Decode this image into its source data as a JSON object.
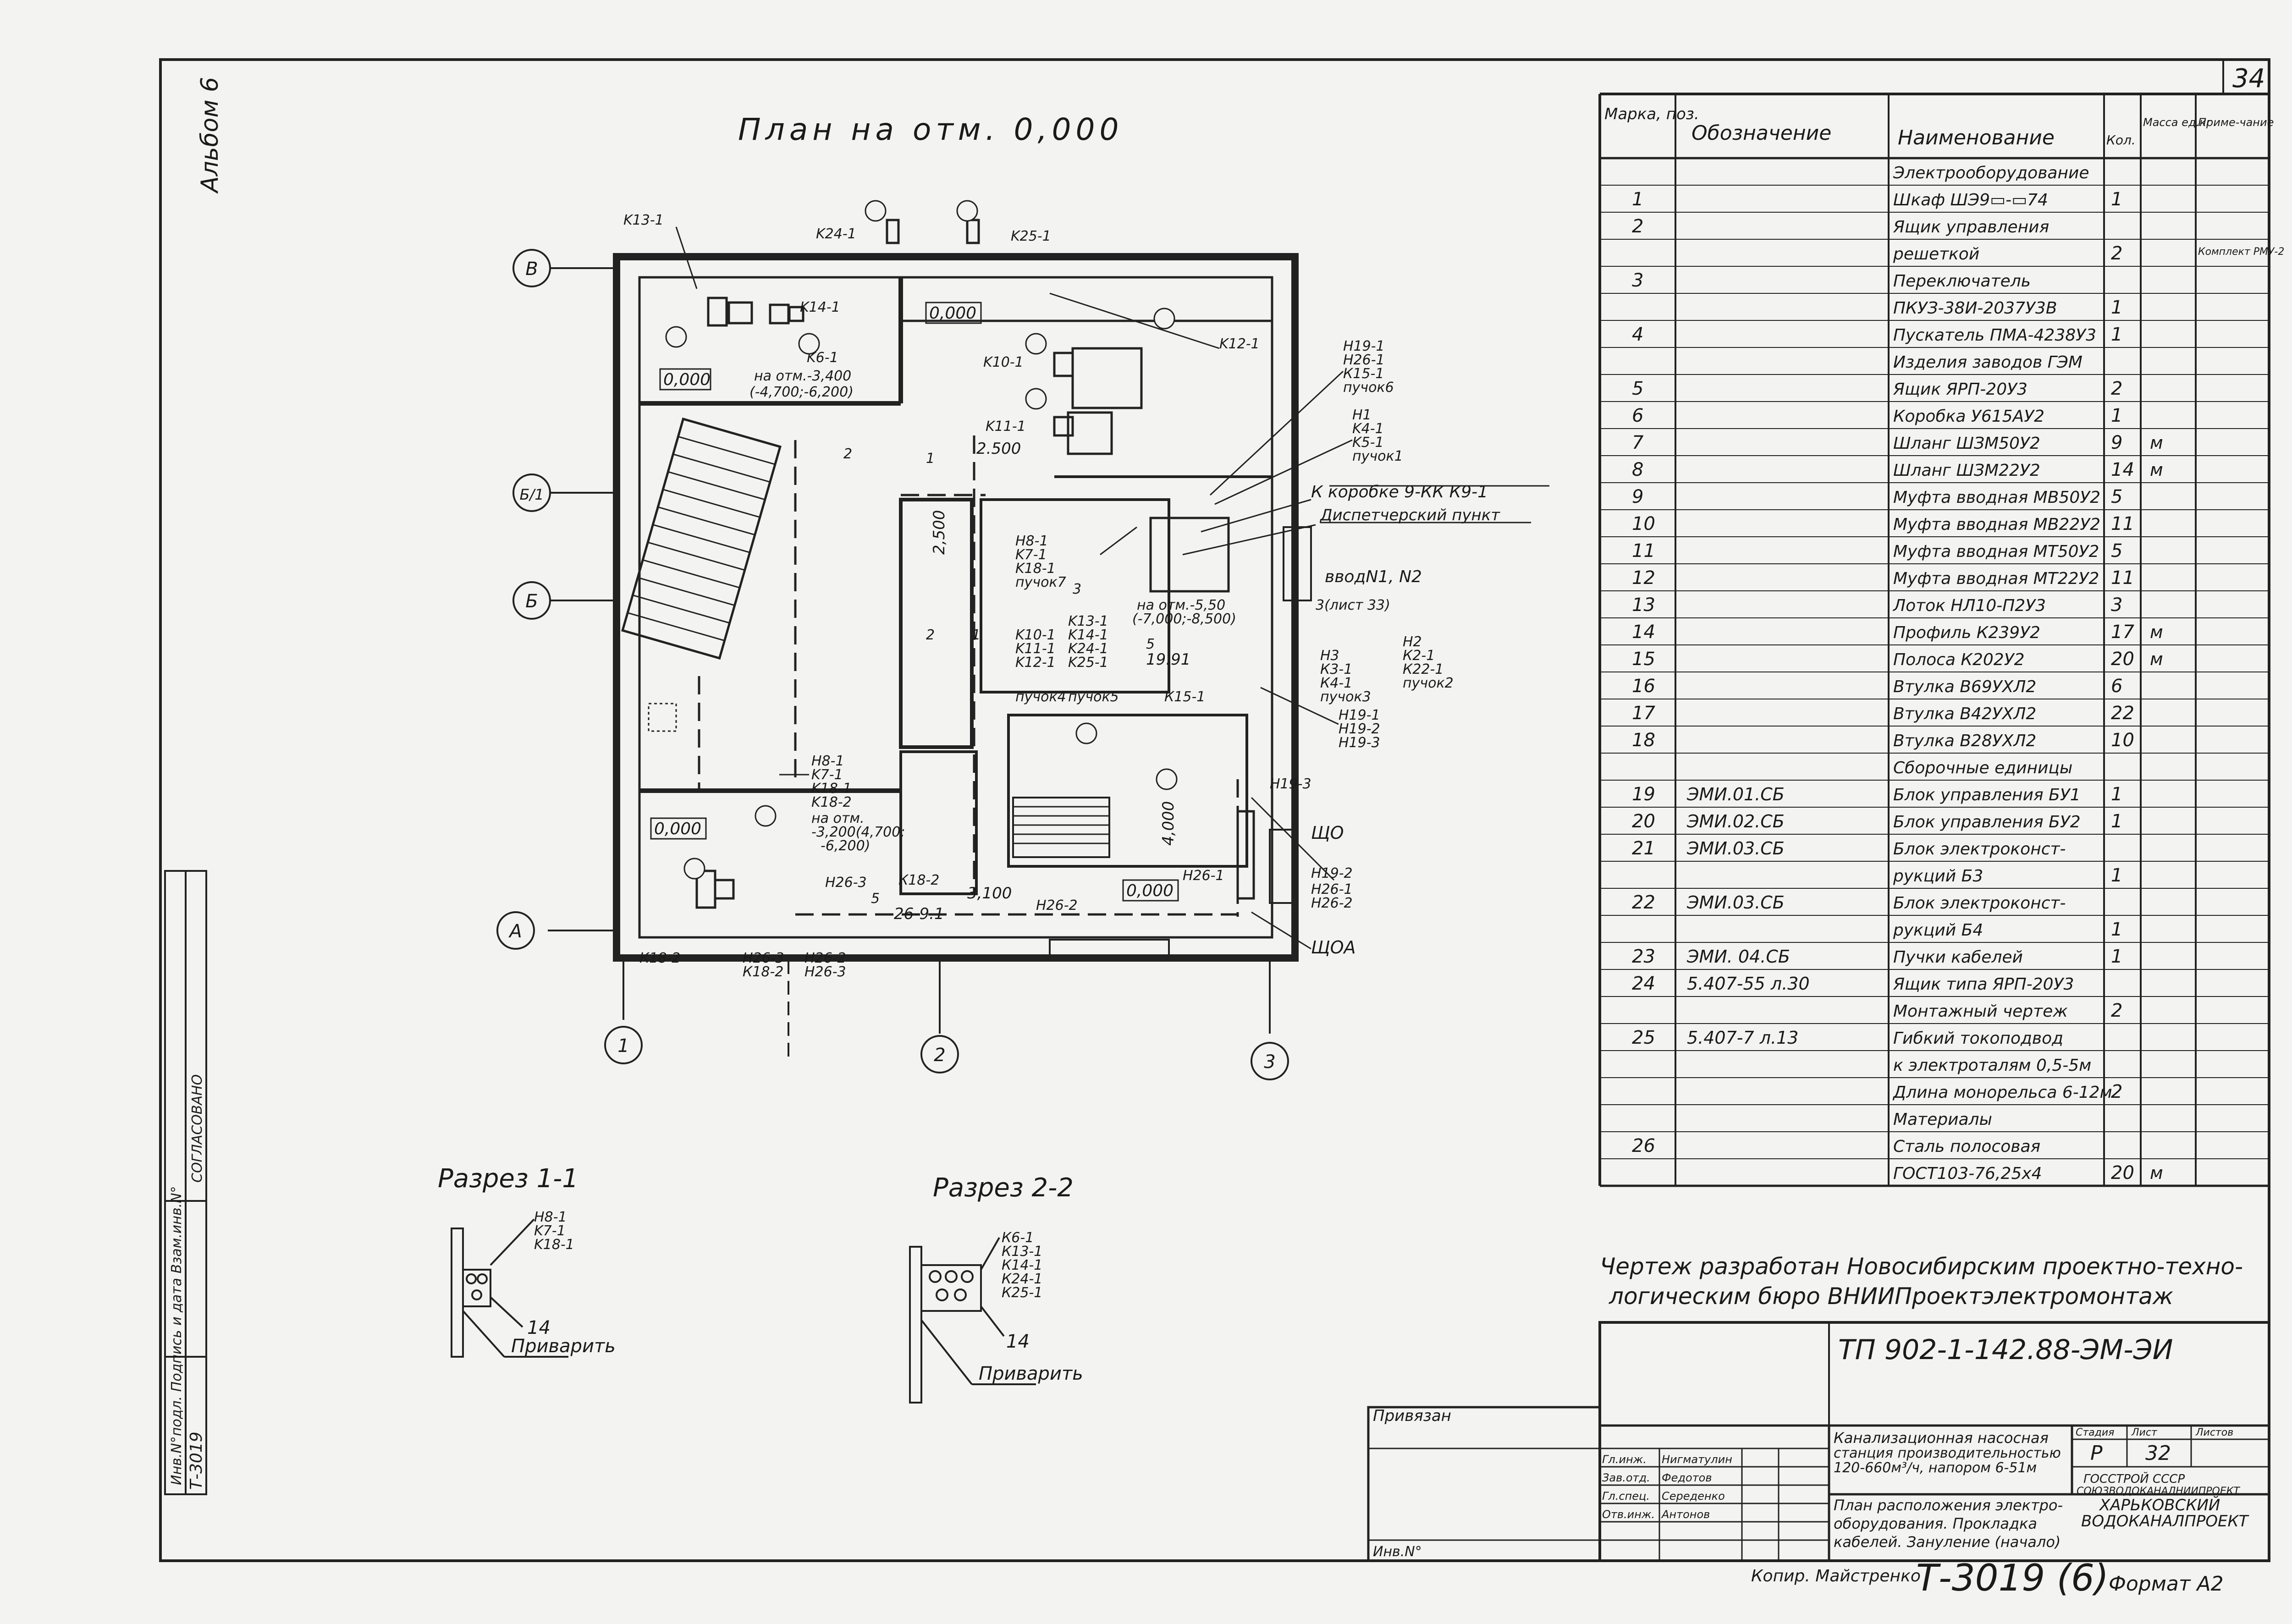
{
  "sheet": {
    "sheet_number": "34",
    "album": "Альбом 6",
    "plan_title": "План на отм. 0,000",
    "section_1_title": "Разрез 1-1",
    "section_2_title": "Разрез 2-2",
    "weld_note": "Приварить",
    "developer_note_line1": "Чертеж разработан Новосибирским проектно-техно-",
    "developer_note_line2": "логическим бюро ВНИИПроектэлектромонтаж",
    "copied_by": "Копир. Майстренко",
    "bottom_code": "Т-3019 (6)",
    "format": "Формат А2"
  },
  "plan": {
    "axes": [
      "В",
      "Б/1",
      "Б",
      "А",
      "1",
      "2",
      "3"
    ],
    "level_marks": [
      "0,000",
      "0,000",
      "0,000",
      "0,000",
      "0,000"
    ],
    "dims": [
      "2.500",
      "2,500",
      "4,000",
      "3,100",
      "19.91",
      "26-9.1"
    ],
    "cables": [
      "K13-1",
      "K24-1",
      "K25-1",
      "K14-1",
      "K6-1",
      "на отм.-3,400",
      "(-4,700;-6,200)",
      "K10-1",
      "K11-1",
      "K12-1",
      "Н19-1",
      "Н26-1",
      "К15-1",
      "пучок6",
      "H1",
      "K4-1",
      "K5-1",
      "пучок1",
      "К коробке 9-КК К9-1",
      "Диспетчерский пункт",
      "вводN1, N2",
      "H8-1",
      "K7-1",
      "K18-1",
      "пучок7",
      "K10-1",
      "K11-1",
      "K12-1",
      "пучок4",
      "K13-1",
      "K14-1",
      "K24-1",
      "K25-1",
      "пучок5",
      "на отм.-5,50",
      "(-7,000;-8,500)",
      "Н3",
      "К3-1",
      "К4-1",
      "пучок3",
      "Н2",
      "К2-1",
      "К22-1",
      "пучок2",
      "3(лист 33)",
      "Н19-1",
      "Н19-2",
      "Н19-3",
      "К15-1",
      "Н19-3",
      "H8-1",
      "K7-1",
      "K18-1",
      "K18-2",
      "на отм.",
      "-3,200(4,700;",
      "-6,200)",
      "Н26-3",
      "К18-2",
      "Н26-1",
      "Н19-2",
      "Н26-1",
      "Н26-2",
      "Н26-2",
      "ЩО",
      "К18-2",
      "Н26-3",
      "К18-2",
      "Н26-2",
      "Н26-3",
      "ЩОА",
      "5",
      "5",
      "3",
      "2",
      "1",
      "2",
      "1"
    ]
  },
  "sections": {
    "s1_labels": [
      "H8-1",
      "K7-1",
      "K18-1",
      "14"
    ],
    "s2_labels": [
      "К6-1",
      "К13-1",
      "К14-1",
      "К24-1",
      "К25-1",
      "14"
    ]
  },
  "spec": {
    "headers": [
      "Марка, поз.",
      "Обозначение",
      "Наименование",
      "Кол.",
      "Масса ед.кг",
      "Приме-чание"
    ],
    "rows": [
      {
        "pos": "",
        "des": "",
        "name": "Электрооборудование",
        "qty": "",
        "mass": "",
        "note": ""
      },
      {
        "pos": "1",
        "des": "",
        "name": "Шкаф ШЭ9▭-▭74",
        "qty": "1",
        "mass": "",
        "note": ""
      },
      {
        "pos": "2",
        "des": "",
        "name": "Ящик управления",
        "qty": "",
        "mass": "",
        "note": ""
      },
      {
        "pos": "",
        "des": "",
        "name": "решеткой",
        "qty": "2",
        "mass": "",
        "note": "Комплект РМУ-2"
      },
      {
        "pos": "3",
        "des": "",
        "name": "Переключатель",
        "qty": "",
        "mass": "",
        "note": ""
      },
      {
        "pos": "",
        "des": "",
        "name": "ПКУЗ-38И-2037У3В",
        "qty": "1",
        "mass": "",
        "note": ""
      },
      {
        "pos": "4",
        "des": "",
        "name": "Пускатель ПМА-4238У3",
        "qty": "1",
        "mass": "",
        "note": ""
      },
      {
        "pos": "",
        "des": "",
        "name": "Изделия заводов ГЭМ",
        "qty": "",
        "mass": "",
        "note": ""
      },
      {
        "pos": "5",
        "des": "",
        "name": "Ящик ЯРП-20У3",
        "qty": "2",
        "mass": "",
        "note": ""
      },
      {
        "pos": "6",
        "des": "",
        "name": "Коробка У615АУ2",
        "qty": "1",
        "mass": "",
        "note": ""
      },
      {
        "pos": "7",
        "des": "",
        "name": "Шланг ШЗМ50У2",
        "qty": "9",
        "mass": "м",
        "note": ""
      },
      {
        "pos": "8",
        "des": "",
        "name": "Шланг ШЗМ22У2",
        "qty": "14",
        "mass": "м",
        "note": ""
      },
      {
        "pos": "9",
        "des": "",
        "name": "Муфта вводная МВ50У2",
        "qty": "5",
        "mass": "",
        "note": ""
      },
      {
        "pos": "10",
        "des": "",
        "name": "Муфта вводная МВ22У2",
        "qty": "11",
        "mass": "",
        "note": ""
      },
      {
        "pos": "11",
        "des": "",
        "name": "Муфта вводная МТ50У2",
        "qty": "5",
        "mass": "",
        "note": ""
      },
      {
        "pos": "12",
        "des": "",
        "name": "Муфта вводная МТ22У2",
        "qty": "11",
        "mass": "",
        "note": ""
      },
      {
        "pos": "13",
        "des": "",
        "name": "Лоток НЛ10-П2У3",
        "qty": "3",
        "mass": "",
        "note": ""
      },
      {
        "pos": "14",
        "des": "",
        "name": "Профиль К239У2",
        "qty": "17",
        "mass": "м",
        "note": ""
      },
      {
        "pos": "15",
        "des": "",
        "name": "Полоса К202У2",
        "qty": "20",
        "mass": "м",
        "note": ""
      },
      {
        "pos": "16",
        "des": "",
        "name": "Втулка В69УХЛ2",
        "qty": "6",
        "mass": "",
        "note": ""
      },
      {
        "pos": "17",
        "des": "",
        "name": "Втулка В42УХЛ2",
        "qty": "22",
        "mass": "",
        "note": ""
      },
      {
        "pos": "18",
        "des": "",
        "name": "Втулка В28УХЛ2",
        "qty": "10",
        "mass": "",
        "note": ""
      },
      {
        "pos": "",
        "des": "",
        "name": "Сборочные единицы",
        "qty": "",
        "mass": "",
        "note": ""
      },
      {
        "pos": "19",
        "des": "ЭМИ.01.СБ",
        "name": "Блок управления БУ1",
        "qty": "1",
        "mass": "",
        "note": ""
      },
      {
        "pos": "20",
        "des": "ЭМИ.02.СБ",
        "name": "Блок управления БУ2",
        "qty": "1",
        "mass": "",
        "note": ""
      },
      {
        "pos": "21",
        "des": "ЭМИ.03.СБ",
        "name": "Блок электроконст-",
        "qty": "",
        "mass": "",
        "note": ""
      },
      {
        "pos": "",
        "des": "",
        "name": "рукций Б3",
        "qty": "1",
        "mass": "",
        "note": ""
      },
      {
        "pos": "22",
        "des": "ЭМИ.03.СБ",
        "name": "Блок электроконст-",
        "qty": "",
        "mass": "",
        "note": ""
      },
      {
        "pos": "",
        "des": "",
        "name": "рукций Б4",
        "qty": "1",
        "mass": "",
        "note": ""
      },
      {
        "pos": "23",
        "des": "ЭМИ. 04.СБ",
        "name": "Пучки кабелей",
        "qty": "1",
        "mass": "",
        "note": ""
      },
      {
        "pos": "24",
        "des": "5.407-55 л.30",
        "name": "Ящик типа ЯРП-20У3",
        "qty": "",
        "mass": "",
        "note": ""
      },
      {
        "pos": "",
        "des": "",
        "name": "Монтажный чертеж",
        "qty": "2",
        "mass": "",
        "note": ""
      },
      {
        "pos": "25",
        "des": "5.407-7 л.13",
        "name": "Гибкий токоподвод",
        "qty": "",
        "mass": "",
        "note": ""
      },
      {
        "pos": "",
        "des": "",
        "name": "к электроталям 0,5-5м",
        "qty": "",
        "mass": "",
        "note": ""
      },
      {
        "pos": "",
        "des": "",
        "name": "Длина монорельса 6-12м",
        "qty": "2",
        "mass": "",
        "note": ""
      },
      {
        "pos": "",
        "des": "",
        "name": "Материалы",
        "qty": "",
        "mass": "",
        "note": ""
      },
      {
        "pos": "26",
        "des": "",
        "name": "Сталь полосовая",
        "qty": "",
        "mass": "",
        "note": ""
      },
      {
        "pos": "",
        "des": "",
        "name": "ГОСТ103-76,25х4",
        "qty": "20",
        "mass": "м",
        "note": ""
      }
    ]
  },
  "title_block": {
    "doc_code": "ТП 902-1-142.88-ЭМ-ЭИ",
    "privyazan": "Привязан",
    "inv_no": "Инв.N°",
    "title_line1": "Канализационная насосная",
    "title_line2": "станция производительностью",
    "title_line3": "120-660м³/ч, напором 6-51м",
    "title_line4": "План расположения электро-",
    "title_line5": "оборудования. Прокладка",
    "title_line6": "кабелей. Зануление (начало)",
    "stage_h": "Стадия",
    "sheet_h": "Лист",
    "sheets_h": "Листов",
    "stage": "Р",
    "sheet": "32",
    "org1": "ГОССТРОЙ СССР",
    "org2": "СОЮЗВОДОКАНАЛНИИПРОЕКТ",
    "org3": "ХАРЬКОВСКИЙ",
    "org4": "ВОДОКАНАЛПРОЕКТ",
    "roles": [
      "Гл.инж.",
      "Зав.отд.",
      "Гл.спец.",
      "Отв.инж."
    ],
    "names": [
      "Нигматулин",
      "Федотов",
      "Середенко",
      "Антонов"
    ]
  },
  "side_stamp": {
    "vert1": "Инв.N°подл. Подпись и дата Взам.инв.N°",
    "vert2": "СОГЛАСОВАНО",
    "inv_orig": "Т-3019"
  }
}
